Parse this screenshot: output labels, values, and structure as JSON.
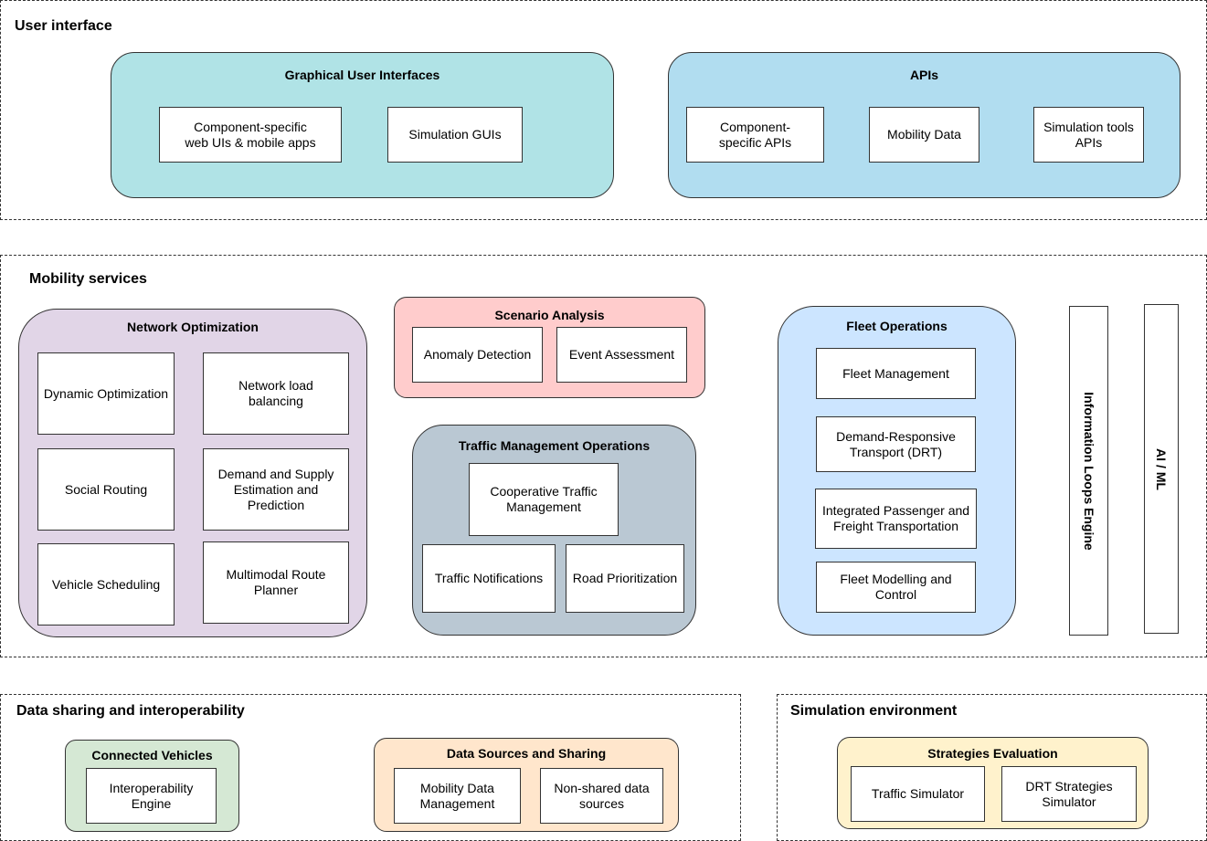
{
  "colors": {
    "gui": "#b0e3e6",
    "apis": "#b1ddf0",
    "network_optimization": "#e1d5e7",
    "scenario_analysis": "#ffcccc",
    "traffic_management": "#bac8d3",
    "fleet_operations": "#cce5ff",
    "connected_vehicles": "#d5e8d4",
    "data_sources": "#ffe6cc",
    "strategies_evaluation": "#fff2cc"
  },
  "user_interface": {
    "title": "User interface",
    "gui": {
      "title": "Graphical User Interfaces",
      "items": [
        "Component-specific\nweb UIs & mobile apps",
        "Simulation GUIs"
      ]
    },
    "apis": {
      "title": "APIs",
      "items": [
        "Component-\nspecific APIs",
        "Mobility Data",
        "Simulation tools\nAPIs"
      ]
    }
  },
  "mobility_services": {
    "title": "Mobility services",
    "network_optimization": {
      "title": "Network Optimization",
      "items": [
        "Dynamic Optimization",
        "Network load\nbalancing",
        "Social Routing",
        "Demand and Supply\nEstimation and\nPrediction",
        "Vehicle Scheduling",
        "Multimodal Route\nPlanner"
      ]
    },
    "scenario_analysis": {
      "title": "Scenario Analysis",
      "items": [
        "Anomaly Detection",
        "Event Assessment"
      ]
    },
    "traffic_management": {
      "title": "Traffic Management Operations",
      "items": [
        "Cooperative Traffic\nManagement",
        "Traffic Notifications",
        "Road Prioritization"
      ]
    },
    "fleet_operations": {
      "title": "Fleet Operations",
      "items": [
        "Fleet Management",
        "Demand-Responsive\nTransport (DRT)",
        "Integrated Passenger and\nFreight Transportation",
        "Fleet Modelling and\nControl"
      ]
    },
    "info_loops": "Information Loops Engine",
    "ai_ml": "AI / ML"
  },
  "data_sharing": {
    "title": "Data sharing and interoperability",
    "connected_vehicles": {
      "title": "Connected Vehicles",
      "items": [
        "Interoperability\nEngine"
      ]
    },
    "data_sources": {
      "title": "Data Sources and Sharing",
      "items": [
        "Mobility Data\nManagement",
        "Non-shared data\nsources"
      ]
    }
  },
  "simulation": {
    "title": "Simulation environment",
    "strategies": {
      "title": "Strategies Evaluation",
      "items": [
        "Traffic Simulator",
        "DRT Strategies\nSimulator"
      ]
    }
  }
}
